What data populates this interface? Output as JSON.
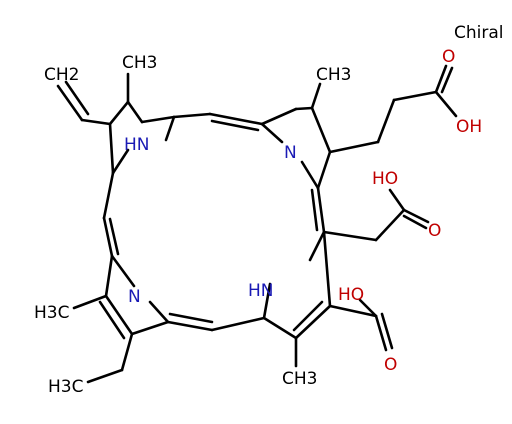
{
  "annotation": {
    "chiral": "Chiral"
  },
  "colors": {
    "bond": "#000000",
    "nitrogen": "#1a1ab5",
    "oxygen": "#c00000"
  },
  "atoms": {
    "nh_top": "HN",
    "n_right": "N",
    "n_left": "N",
    "nh_bottom": "HN",
    "vinyl": "CH2",
    "methyl_top": "CH3",
    "methyl_chiral": "CH3",
    "methyl_left": "H3C",
    "ethyl": "H3C",
    "methyl_bottom": "CH3",
    "propanoic_o": "O",
    "propanoic_oh": "OH",
    "acetic_ho": "HO",
    "acetic_o": "O",
    "carboxy_ho": "HO",
    "carboxy_o": "O"
  }
}
